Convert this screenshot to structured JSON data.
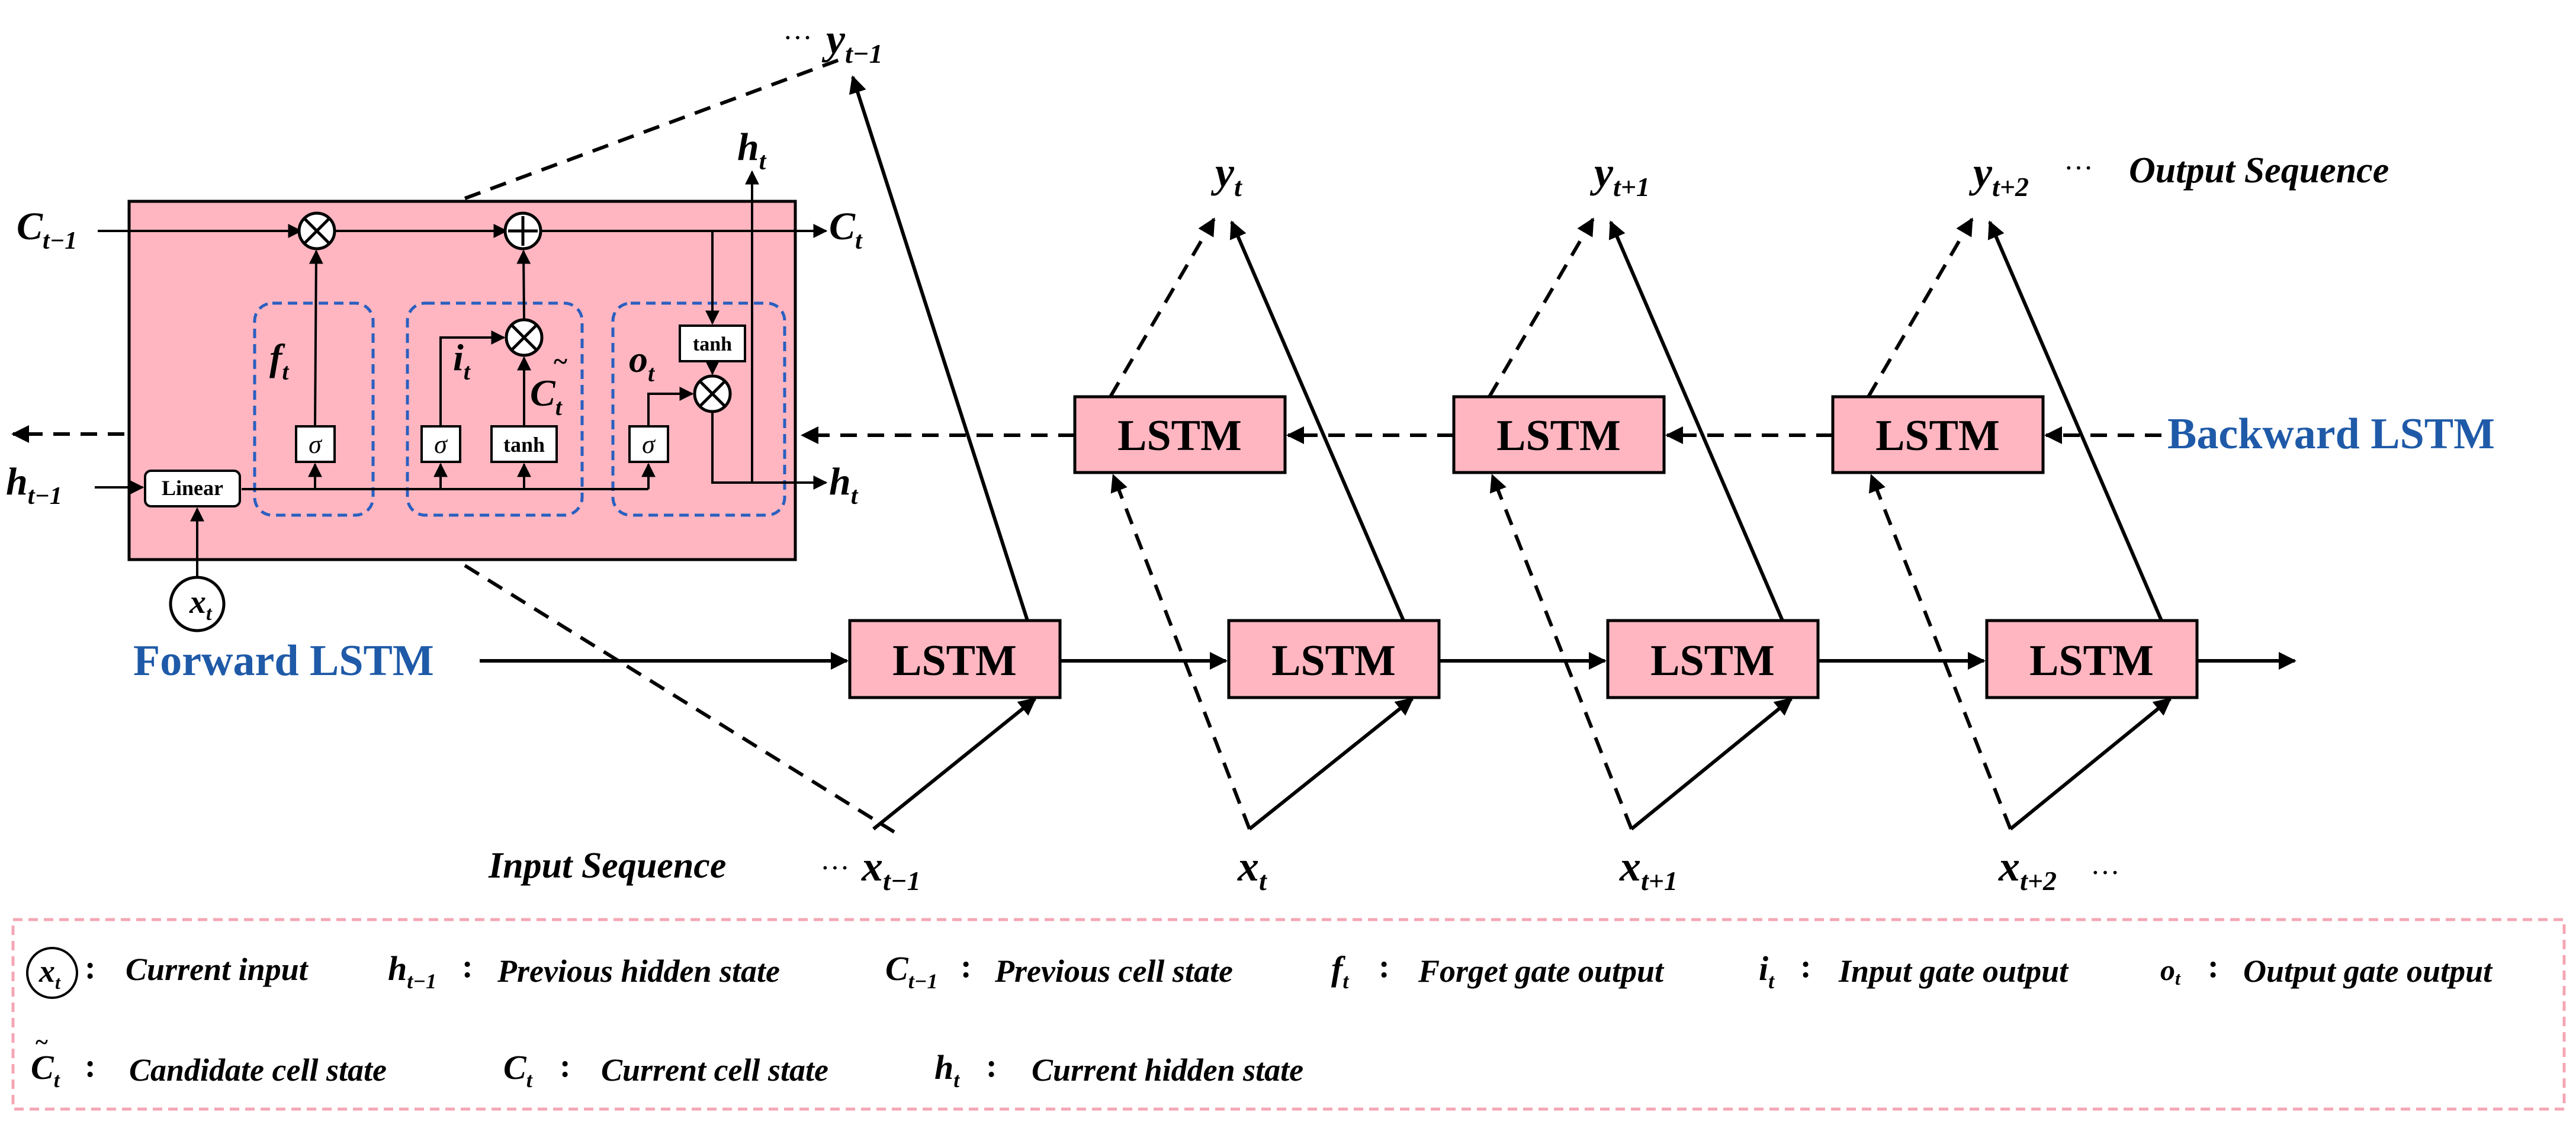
{
  "output_sequence_label": "Output Sequence",
  "input_sequence_label": "Input Sequence",
  "forward_label": "Forward LSTM",
  "backward_label": "Backward LSTM",
  "lstm_label": "LSTM",
  "ellipsis": "···",
  "outputs": [
    {
      "base": "y",
      "sub": "t−1"
    },
    {
      "base": "y",
      "sub": "t"
    },
    {
      "base": "y",
      "sub": "t+1"
    },
    {
      "base": "y",
      "sub": "t+2"
    }
  ],
  "inputs": [
    {
      "base": "x",
      "sub": "t−1"
    },
    {
      "base": "x",
      "sub": "t"
    },
    {
      "base": "x",
      "sub": "t+1"
    },
    {
      "base": "x",
      "sub": "t+2"
    }
  ],
  "cell": {
    "c_prev": {
      "base": "C",
      "sub": "t−1"
    },
    "c_curr": {
      "base": "C",
      "sub": "t"
    },
    "h_prev": {
      "base": "h",
      "sub": "t−1"
    },
    "h_out_top": {
      "base": "h",
      "sub": "t"
    },
    "h_out_right": {
      "base": "h",
      "sub": "t"
    },
    "x_in": {
      "base": "x",
      "sub": "t"
    },
    "linear": "Linear",
    "sigma": "σ",
    "tanh": "tanh",
    "f_gate": {
      "base": "f",
      "sub": "t"
    },
    "i_gate": {
      "base": "i",
      "sub": "t"
    },
    "o_gate": {
      "base": "o",
      "sub": "t"
    },
    "c_tilde": {
      "base": "C",
      "sub": "t"
    }
  },
  "legend": {
    "row1": [
      {
        "symbol": "x_t",
        "colon": ":",
        "desc": "Current input"
      },
      {
        "symbol": "h_t−1",
        "colon": ":",
        "desc": "Previous hidden state"
      },
      {
        "symbol": "C_t−1",
        "colon": ":",
        "desc": "Previous cell state"
      },
      {
        "symbol": "f_t",
        "colon": ":",
        "desc": "Forget gate output"
      },
      {
        "symbol": "i_t",
        "colon": ":",
        "desc": "Input gate output"
      },
      {
        "symbol": "o_t",
        "colon": ":",
        "desc": "Output gate output"
      }
    ],
    "row2": [
      {
        "symbol": "C~_t",
        "colon": ":",
        "desc": "Candidate cell state"
      },
      {
        "symbol": "C_t",
        "colon": ":",
        "desc": "Current cell state"
      },
      {
        "symbol": "h_t",
        "colon": ":",
        "desc": "Current hidden state"
      }
    ]
  },
  "colors": {
    "cell_fill": "#ffb6c1",
    "gate_border": "#2a5fc0",
    "label_blue": "#1f5aa8",
    "legend_border": "#f4a6b4"
  }
}
